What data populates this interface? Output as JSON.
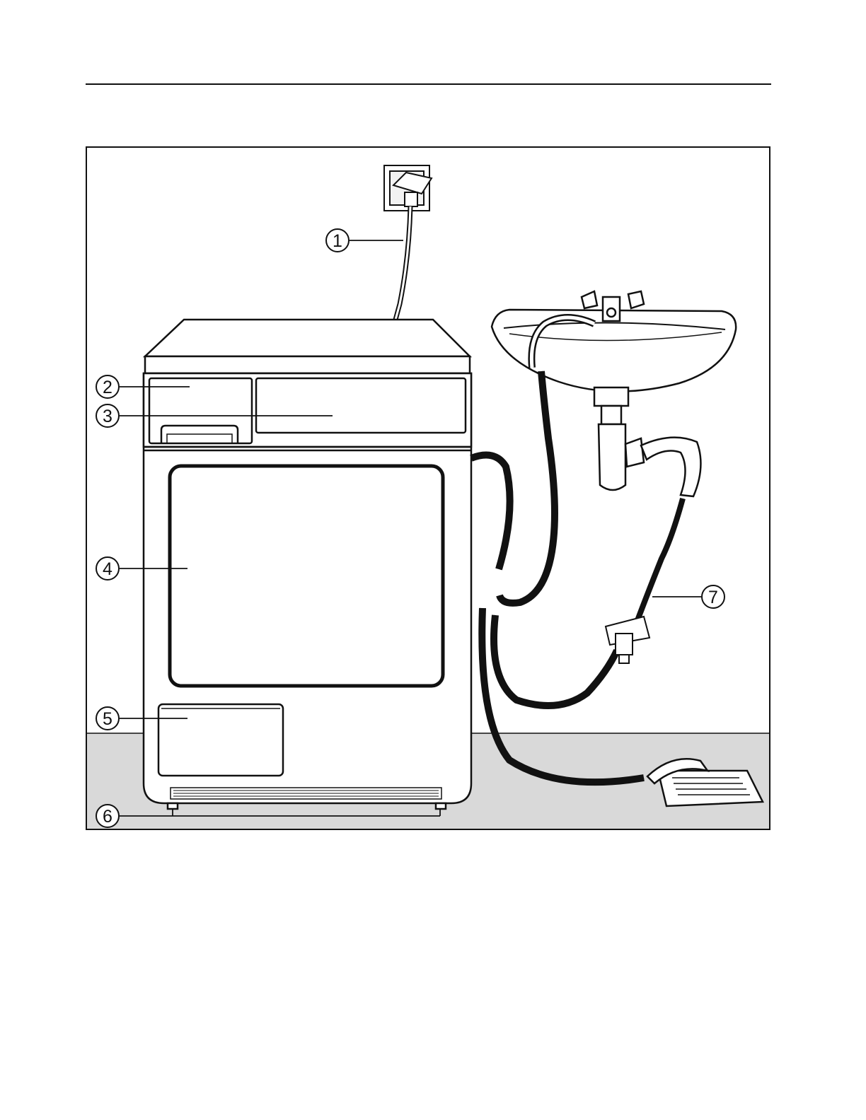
{
  "figure": {
    "callouts": [
      {
        "id": "1",
        "label": "1"
      },
      {
        "id": "2",
        "label": "2"
      },
      {
        "id": "3",
        "label": "3"
      },
      {
        "id": "4",
        "label": "4"
      },
      {
        "id": "5",
        "label": "5"
      },
      {
        "id": "6",
        "label": "6"
      },
      {
        "id": "7",
        "label": "7"
      }
    ]
  },
  "colors": {
    "line": "#111111",
    "floor": "#d9d9d9",
    "wall": "#ffffff",
    "footer_rule": "#3a4fb5"
  }
}
